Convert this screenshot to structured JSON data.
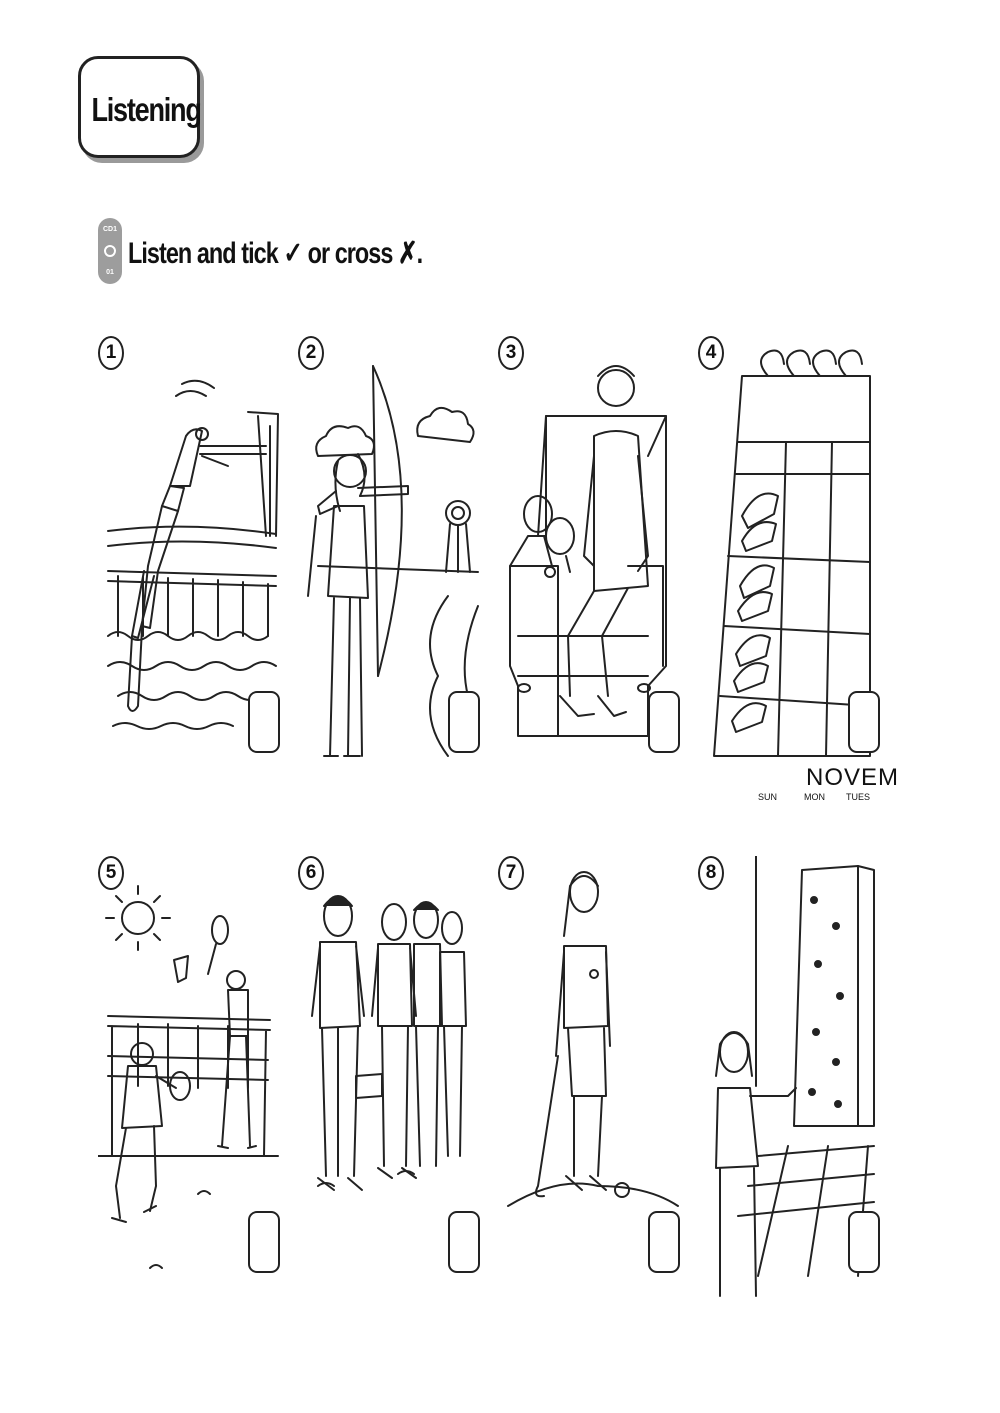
{
  "section": {
    "title": "Listening"
  },
  "instruction": {
    "cd_top": "CD1",
    "cd_bottom": "01",
    "text": "Listen and tick ✓ or cross ✗."
  },
  "calendar": {
    "month": "NOVEM",
    "days": [
      "SUN",
      "MON",
      "TUES"
    ]
  },
  "items": [
    {
      "number": "1",
      "picture": "diving-picture"
    },
    {
      "number": "2",
      "picture": "archery-picture"
    },
    {
      "number": "3",
      "picture": "boy-armchair-table-tennis-picture"
    },
    {
      "number": "4",
      "picture": "football-boots-calendar-picture"
    },
    {
      "number": "5",
      "picture": "badminton-picture"
    },
    {
      "number": "6",
      "picture": "team-picture"
    },
    {
      "number": "7",
      "picture": "hockey-picture"
    },
    {
      "number": "8",
      "picture": "climbing-wall-picture"
    }
  ]
}
